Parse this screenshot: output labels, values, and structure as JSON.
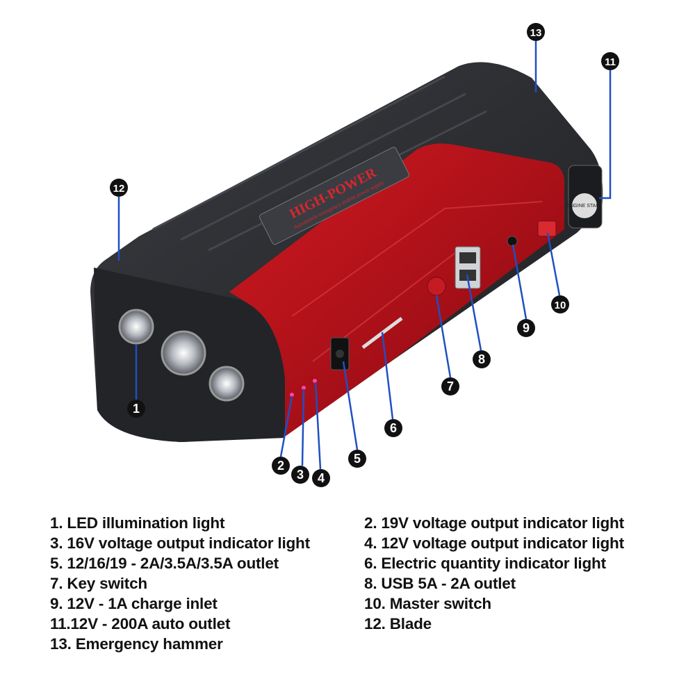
{
  "product": {
    "logo_title": "HIGH-POWER",
    "logo_subtitle": "Automobile emergency mobile power supply",
    "engine_start_label": "ENGINE START"
  },
  "callouts": [
    "1",
    "2",
    "3",
    "4",
    "5",
    "6",
    "7",
    "8",
    "9",
    "10",
    "11",
    "12",
    "13"
  ],
  "legend": {
    "left": [
      "1. LED illumination light",
      "3. 16V voltage output indicator light",
      "5. 12/16/19 - 2A/3.5A/3.5A outlet",
      "7. Key switch",
      "9. 12V - 1A charge inlet",
      "11.12V - 200A auto outlet",
      "13. Emergency hammer"
    ],
    "right": [
      "2. 19V voltage output indicator light",
      "4. 12V voltage output indicator light",
      "6. Electric quantity indicator light",
      "8. USB 5A - 2A outlet",
      "10. Master switch",
      "12. Blade"
    ]
  },
  "colors": {
    "body": "#2b2d31",
    "panel": "#b3121b",
    "callout_line": "#1f4fc4",
    "marker": "#111111"
  }
}
